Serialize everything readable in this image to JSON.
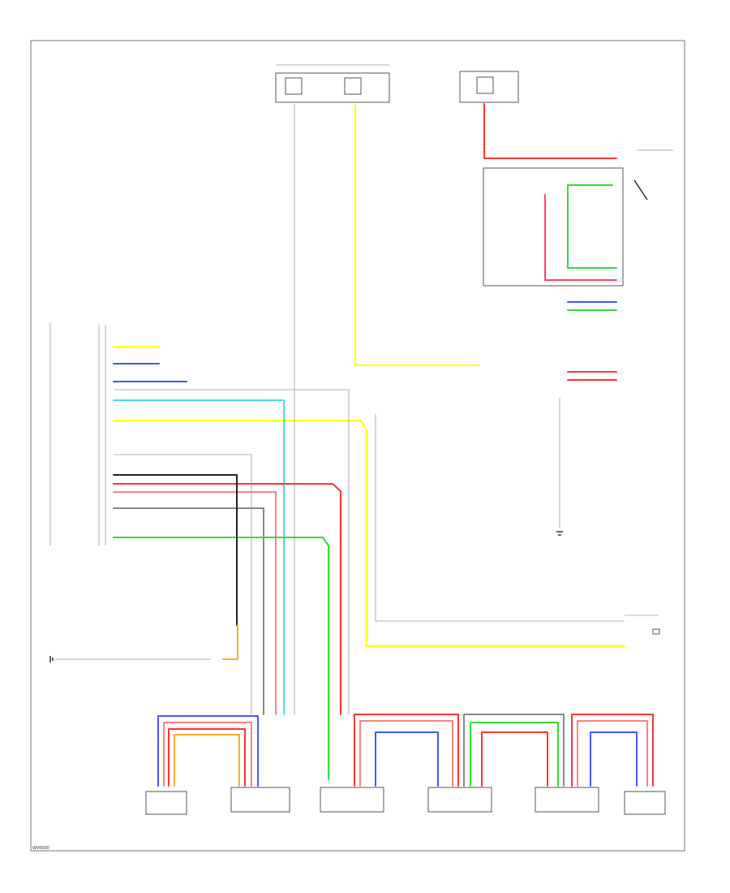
{
  "diagram": {
    "corner_code": "W00000",
    "colors": {
      "yellow": "#ffff00",
      "red": "#ff3333",
      "pink": "#ff8080",
      "green": "#33dd33",
      "blue": "#4455ff",
      "cyan": "#44e0e0",
      "gray": "#888888",
      "black": "#222222",
      "orange": "#ffaa33"
    },
    "components": [
      {
        "id": "fuse-box-top-left"
      },
      {
        "id": "fuse-box-top-right"
      },
      {
        "id": "warning-buzzer-module"
      },
      {
        "id": "sensor-rear-left-corner"
      },
      {
        "id": "sensor-rear-left-center"
      },
      {
        "id": "sensor-rear-right-center"
      },
      {
        "id": "sensor-front-right-center"
      },
      {
        "id": "sensor-front-left-center"
      },
      {
        "id": "sensor-front-left-corner"
      }
    ]
  }
}
